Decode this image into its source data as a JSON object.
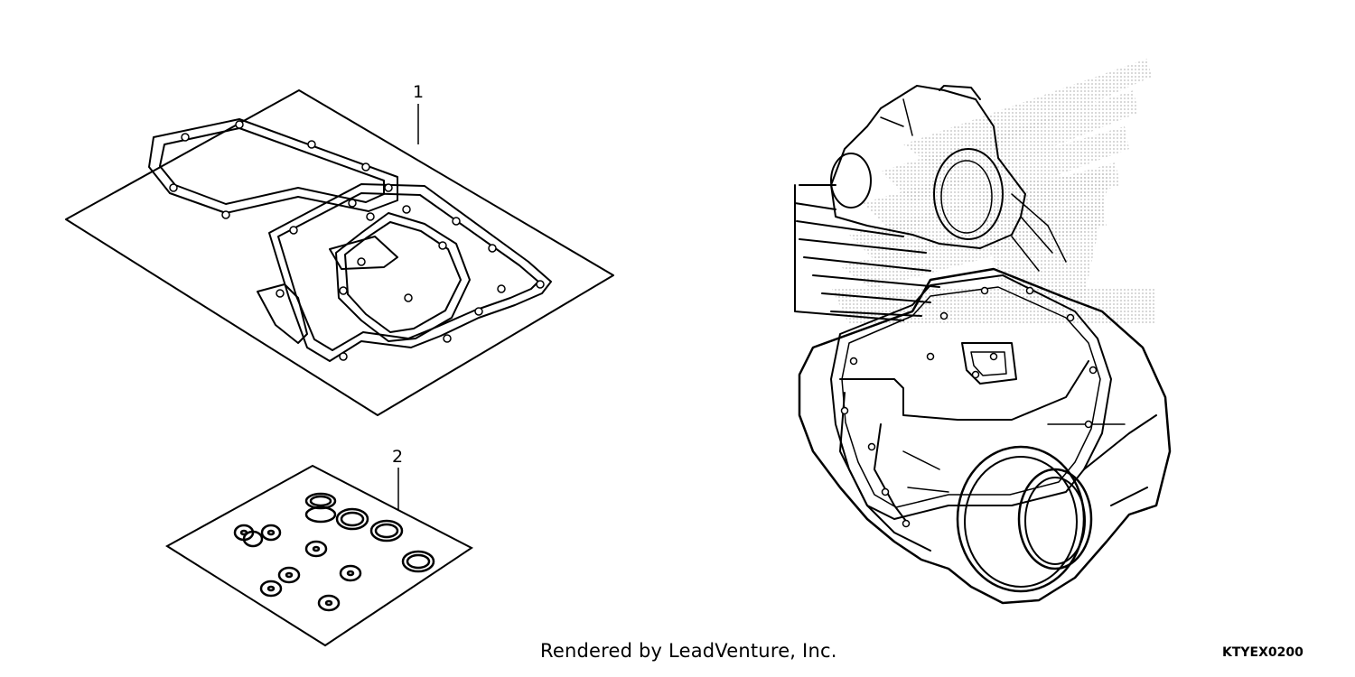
{
  "diagram": {
    "callouts": [
      {
        "number": "1"
      },
      {
        "number": "2"
      }
    ],
    "credit": "Rendered by LeadVenture, Inc.",
    "code": "KTYEX0200"
  },
  "colors": {
    "line": "#000000",
    "background": "#ffffff",
    "watermark_dots": "#bdbdbd"
  },
  "icons": [
    "gasket-sheet-icon",
    "oring-kit-icon",
    "engine-outline-icon",
    "honda-wing-watermark"
  ]
}
